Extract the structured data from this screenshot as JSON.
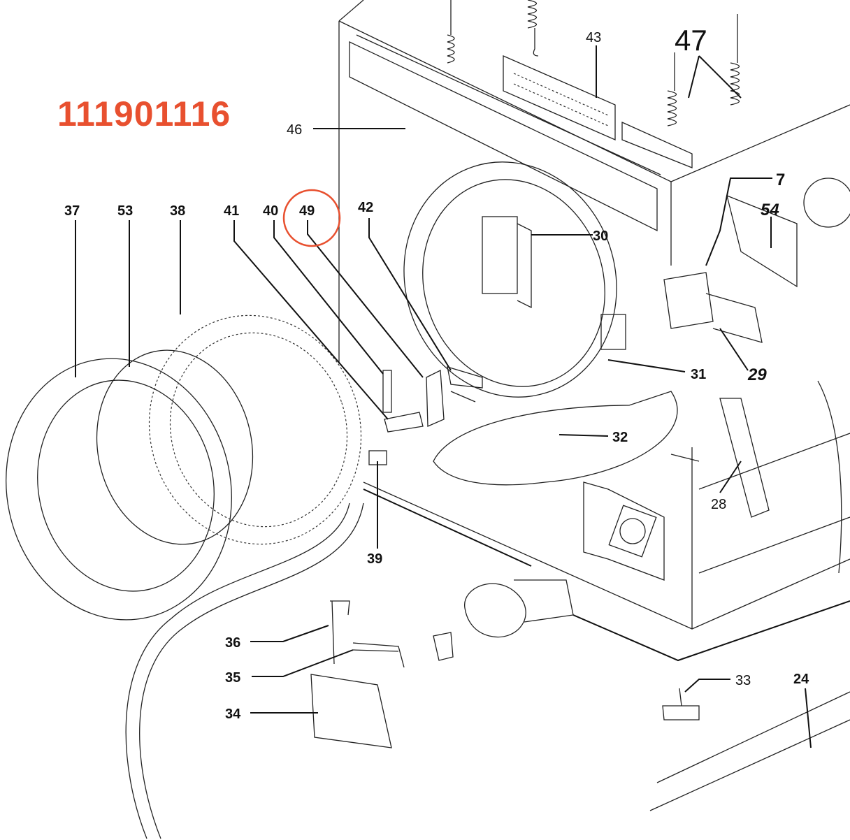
{
  "part_number": "111901116",
  "highlight_color": "#e8502f",
  "callouts": {
    "c37": "37",
    "c53": "53",
    "c38": "38",
    "c41": "41",
    "c40": "40",
    "c49": "49",
    "c42": "42",
    "c46": "46",
    "c43": "43",
    "c47": "47",
    "c7": "7",
    "c54": "54",
    "c30": "30",
    "c31": "31",
    "c29": "29",
    "c32": "32",
    "c28": "28",
    "c39": "39",
    "c36": "36",
    "c35": "35",
    "c34": "34",
    "c33": "33",
    "c24": "24"
  },
  "highlighted_callout": "49"
}
